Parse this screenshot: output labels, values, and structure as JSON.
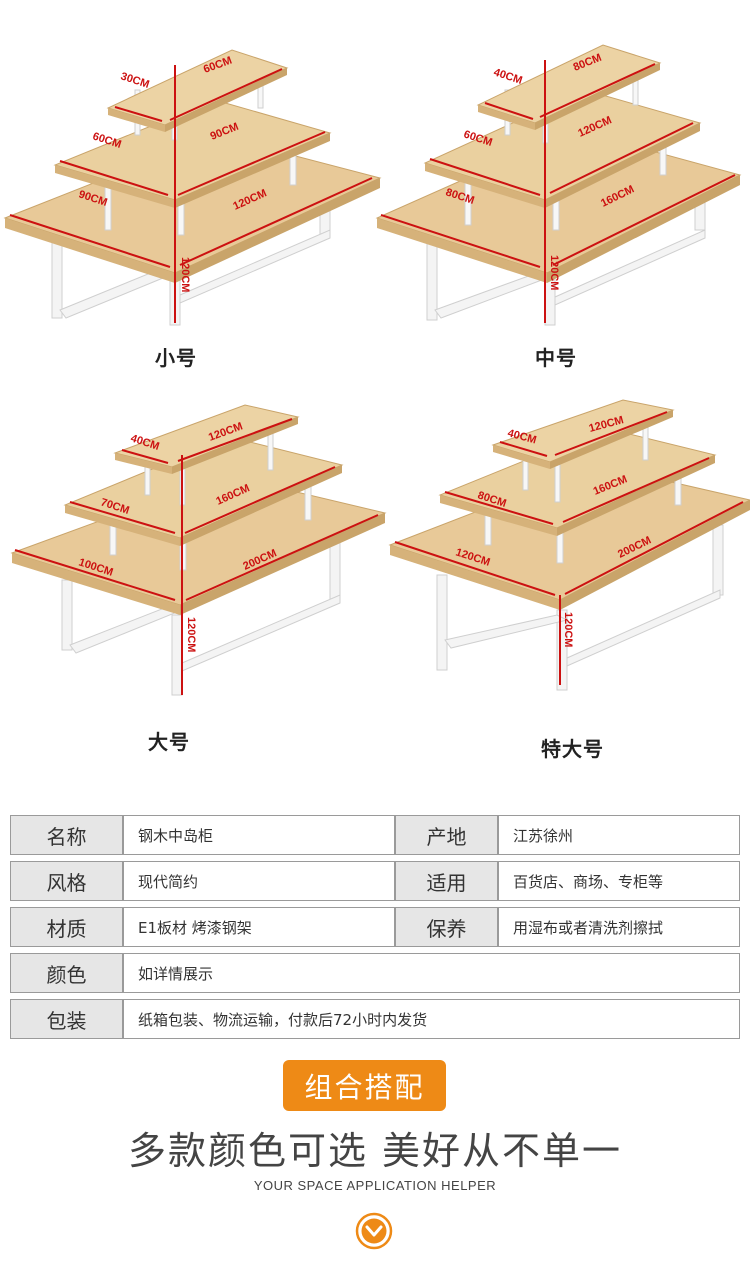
{
  "products": [
    {
      "size": "小号",
      "dims": {
        "top_d": "30CM",
        "top_w": "60CM",
        "mid_d": "60CM",
        "mid_w": "90CM",
        "bot_d": "90CM",
        "bot_w": "120CM",
        "h": "120CM"
      }
    },
    {
      "size": "中号",
      "dims": {
        "top_d": "40CM",
        "top_w": "80CM",
        "mid_d": "60CM",
        "mid_w": "120CM",
        "bot_d": "80CM",
        "bot_w": "160CM",
        "h": "120CM"
      }
    },
    {
      "size": "大号",
      "dims": {
        "top_d": "40CM",
        "top_w": "120CM",
        "mid_d": "70CM",
        "mid_w": "160CM",
        "bot_d": "100CM",
        "bot_w": "200CM",
        "h": "120CM"
      }
    },
    {
      "size": "特大号",
      "dims": {
        "top_d": "40CM",
        "top_w": "120CM",
        "mid_d": "80CM",
        "mid_w": "160CM",
        "bot_d": "120CM",
        "bot_w": "200CM",
        "h": "120CM"
      }
    }
  ],
  "specs": {
    "name_k": "名称",
    "name_v": "钢木中岛柜",
    "origin_k": "产地",
    "origin_v": "江苏徐州",
    "style_k": "风格",
    "style_v": "现代简约",
    "use_k": "适用",
    "use_v": "百货店、商场、专柜等",
    "material_k": "材质",
    "material_v": "E1板材 烤漆钢架",
    "care_k": "保养",
    "care_v": "用湿布或者清洗剂擦拭",
    "color_k": "颜色",
    "color_v": "如详情展示",
    "pack_k": "包装",
    "pack_v": "纸箱包装、物流运输，付款后72小时内发货"
  },
  "combo_badge": "组合搭配",
  "slogan": "多款颜色可选 美好从不单一",
  "slogan_en": "YOUR SPACE APPLICATION HELPER",
  "icons": {
    "scroll": "chevron-down-icon"
  },
  "colors": {
    "accent": "#ee8a16",
    "wood": "#e2c08a",
    "dim": "#cc1111"
  }
}
